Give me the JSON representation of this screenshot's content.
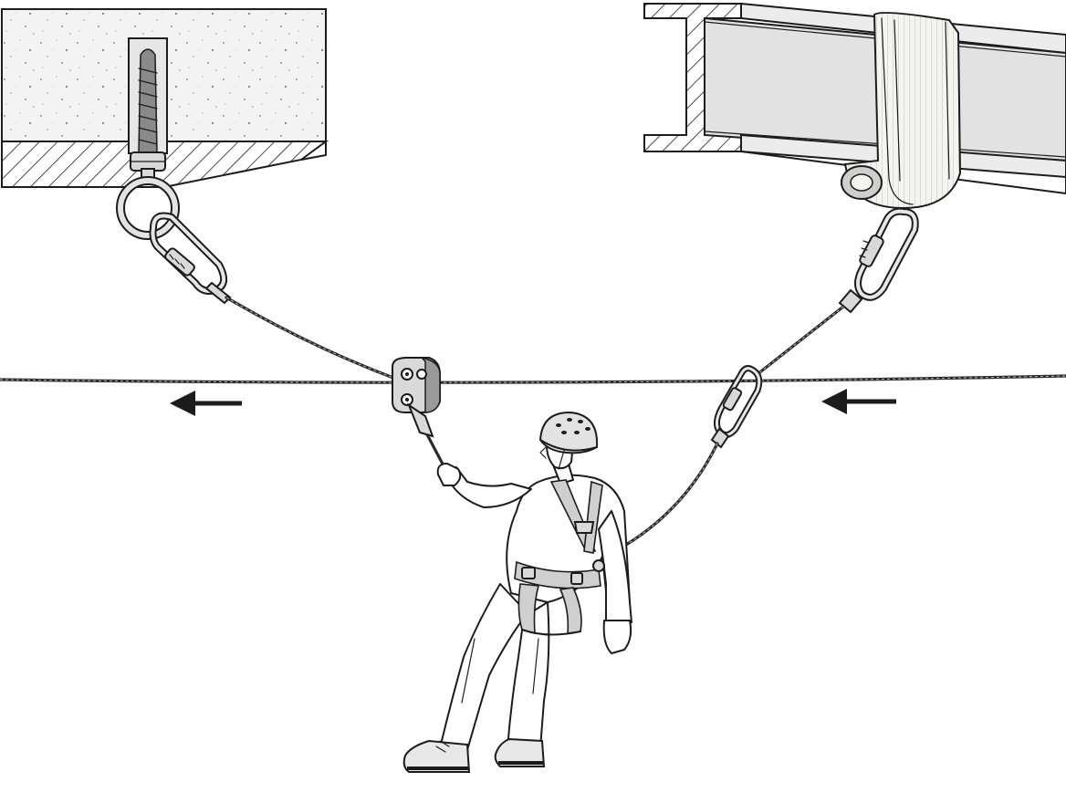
{
  "figure": {
    "text_labels": [],
    "direction_arrows": [
      {
        "name": "arrow-left-1",
        "direction": "left"
      },
      {
        "name": "arrow-left-2",
        "direction": "left"
      }
    ],
    "colors": {
      "ink": "#1c1c1c",
      "background": "#ffffff",
      "metal": "#d9d9d9",
      "concrete": "#f1f1f1"
    }
  }
}
